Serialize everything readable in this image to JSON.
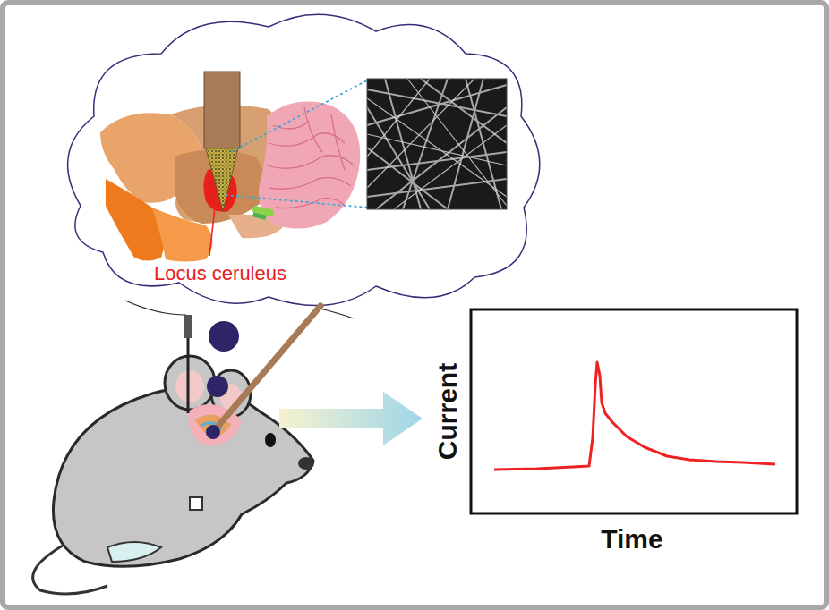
{
  "diagram": {
    "labels": [
      "Locus ceruleus",
      "Current",
      "Time"
    ]
  }
}
